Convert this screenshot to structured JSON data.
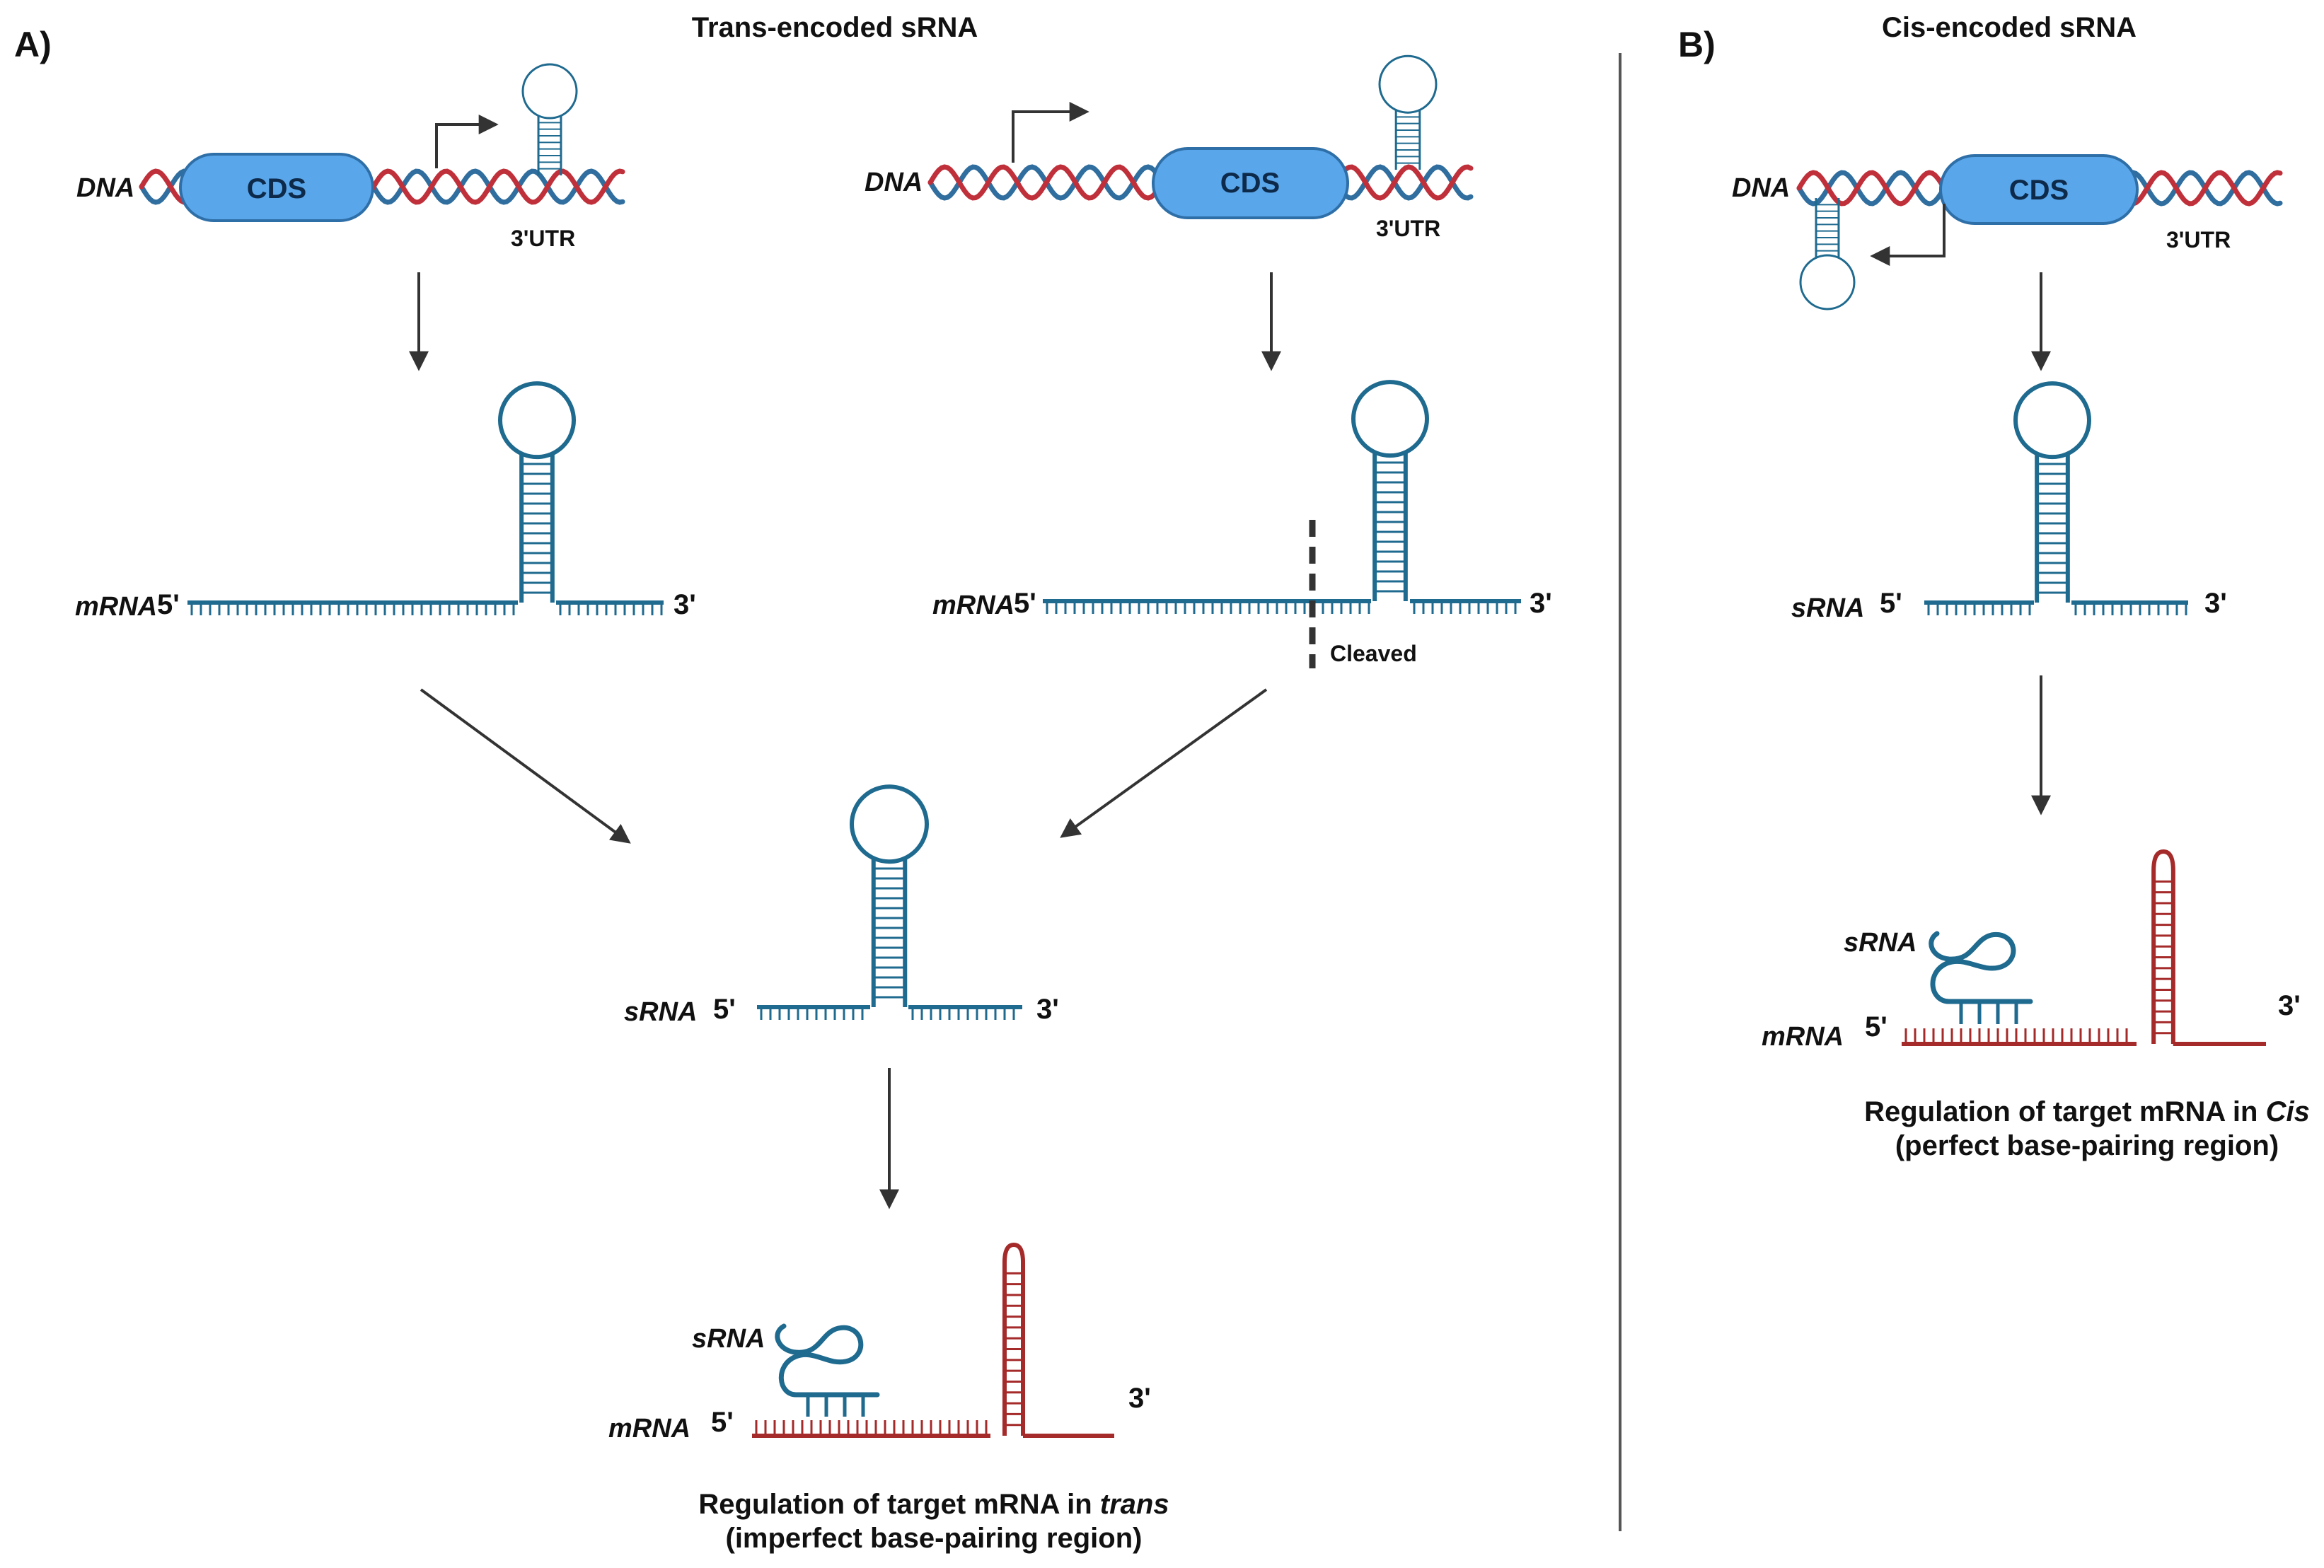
{
  "panel_a": {
    "letter": "A)",
    "title": "Trans-encoded sRNA",
    "dna_left": {
      "dna": "DNA",
      "cds": "CDS",
      "utr": "3'UTR"
    },
    "dna_right": {
      "dna": "DNA",
      "cds": "CDS",
      "utr": "3'UTR"
    },
    "mrna_left": {
      "label": "mRNA",
      "five": "5'",
      "three": "3'"
    },
    "mrna_right": {
      "label": "mRNA",
      "five": "5'",
      "three": "3'",
      "cleaved": "Cleaved"
    },
    "srna": {
      "label": "sRNA",
      "five": "5'",
      "three": "3'"
    },
    "target": {
      "srna": "sRNA",
      "mrna": "mRNA",
      "five": "5'",
      "three": "3'"
    },
    "caption": {
      "line1_prefix": "Regulation of target mRNA in ",
      "line1_em": "trans",
      "line2": "(imperfect base-pairing region)"
    }
  },
  "panel_b": {
    "letter": "B)",
    "title": "Cis-encoded sRNA",
    "dna": {
      "dna": "DNA",
      "cds": "CDS",
      "utr": "3'UTR"
    },
    "srna": {
      "label": "sRNA",
      "five": "5'",
      "three": "3'"
    },
    "target": {
      "srna": "sRNA",
      "mrna": "mRNA",
      "five": "5'",
      "three": "3'"
    },
    "caption": {
      "line1_prefix": "Regulation of target mRNA in ",
      "line1_em": "Cis",
      "line2": "(perfect base-pairing region)"
    }
  },
  "colors": {
    "rna_blue": "#1f6a8f",
    "mrna_red": "#a52a2a",
    "dna_red": "#c0303a",
    "dna_blue": "#2f6e9e",
    "cds_fill": "#5aa6ea",
    "cds_stroke": "#2e6fa8",
    "arrow": "#333333"
  }
}
